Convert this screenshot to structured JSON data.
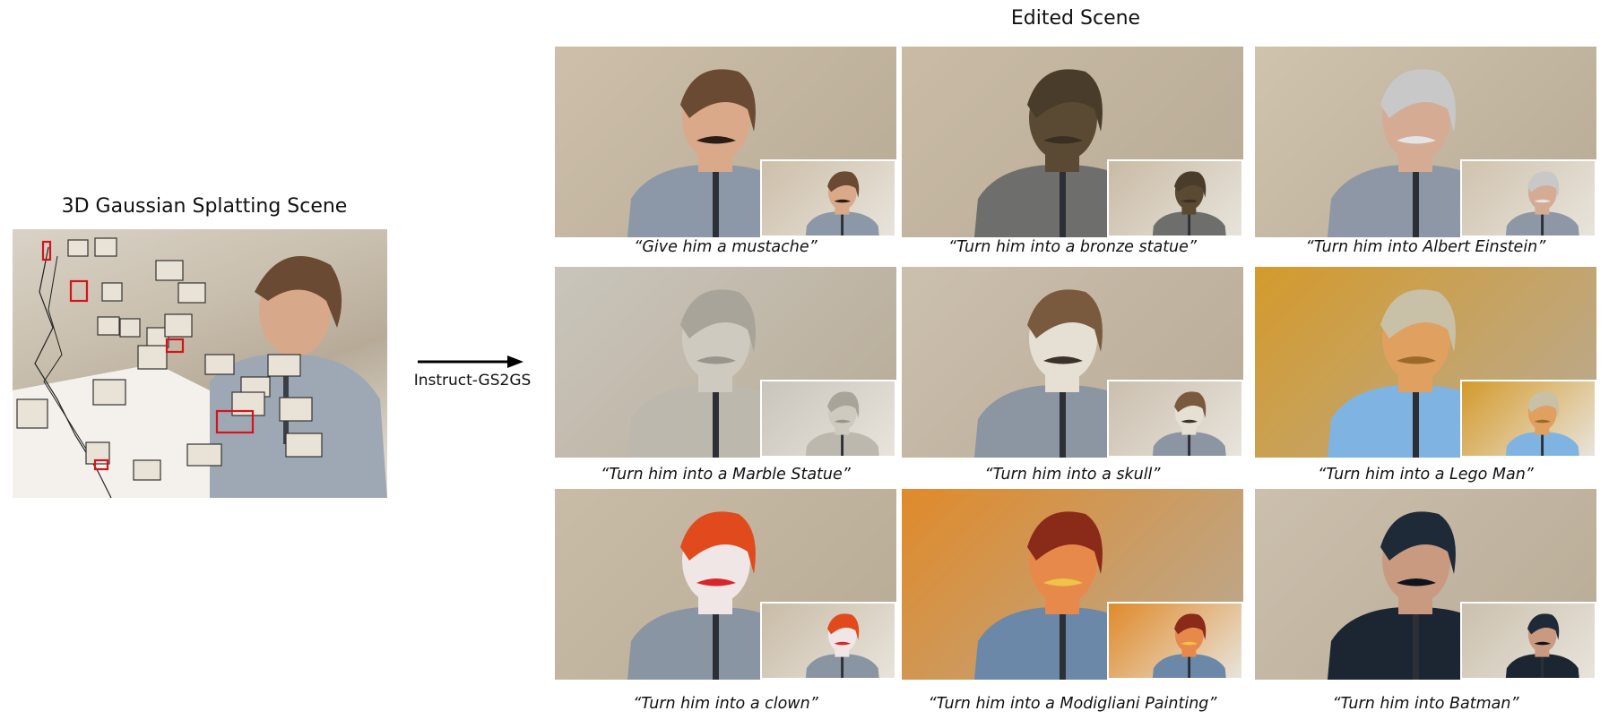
{
  "source": {
    "title": "3D Gaussian Splatting Scene"
  },
  "method_label": "Instruct-GS2GS",
  "edited": {
    "title": "Edited Scene",
    "panels": [
      {
        "caption": "“Give him a mustache”",
        "bg": "#cdbfa9",
        "skin": "#d9a98a",
        "hair": "#6b4a33",
        "shirt": "#8c98a8",
        "accent": "#2b1d14"
      },
      {
        "caption": "“Turn him into a bronze statue”",
        "bg": "#c9bba5",
        "skin": "#5a4a33",
        "hair": "#4a3c2a",
        "shirt": "#6e6f6c",
        "accent": "#3a2f22"
      },
      {
        "caption": "“Turn him into Albert Einstein”",
        "bg": "#d0c3ae",
        "skin": "#d6ab93",
        "hair": "#c8c8c8",
        "shirt": "#8d97a6",
        "accent": "#e4e4e4"
      },
      {
        "caption": "“Turn him into a Marble Statue”",
        "bg": "#c9c5bc",
        "skin": "#cfcac0",
        "hair": "#a9a49a",
        "shirt": "#bdb8ae",
        "accent": "#9a958c"
      },
      {
        "caption": "“Turn him into a skull”",
        "bg": "#cbbfae",
        "skin": "#e6e0d4",
        "hair": "#7a5a3e",
        "shirt": "#8c95a2",
        "accent": "#3a322a"
      },
      {
        "caption": "“Turn him into a Lego Man”",
        "bg": "#d49a2c",
        "skin": "#e0a060",
        "hair": "#c9c0a8",
        "shirt": "#7fb4e2",
        "accent": "#9a6a2a"
      },
      {
        "caption": "“Turn him into a clown”",
        "bg": "#c9bca7",
        "skin": "#f0e6e6",
        "hair": "#e04a1c",
        "shirt": "#8a95a4",
        "accent": "#d8262a"
      },
      {
        "caption": "“Turn him into a Modigliani Painting”",
        "bg": "#e08a2a",
        "skin": "#e8894c",
        "hair": "#8a2a18",
        "shirt": "#6c88a8",
        "accent": "#f0c24a"
      },
      {
        "caption": "“Turn him into Batman”",
        "bg": "#cbc0ad",
        "skin": "#c99a80",
        "hair": "#1e2a38",
        "shirt": "#1c2633",
        "accent": "#0f151d"
      }
    ]
  }
}
